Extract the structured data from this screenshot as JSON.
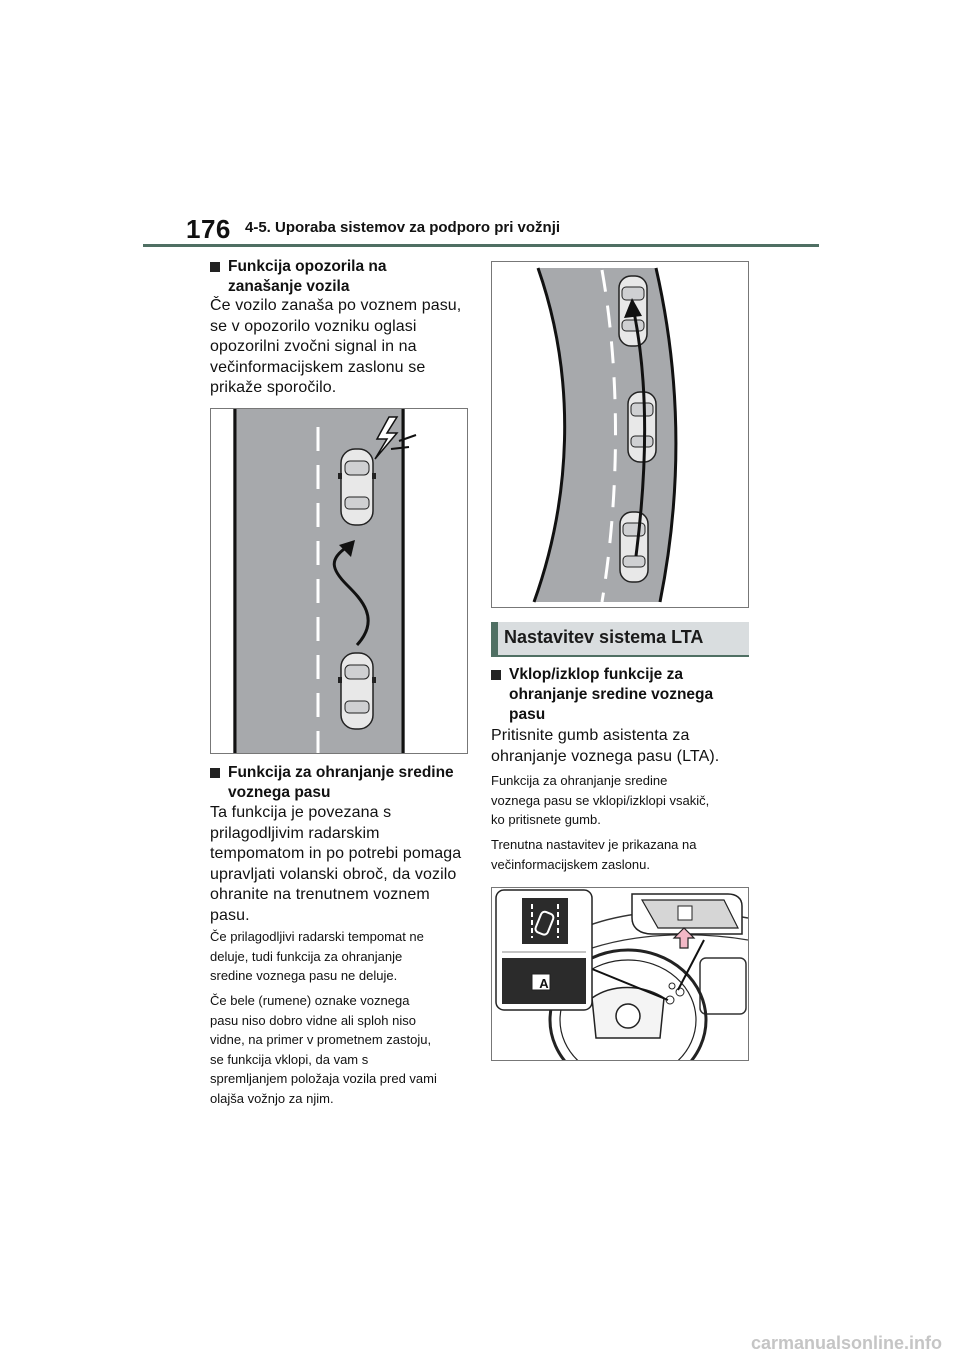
{
  "header": {
    "page_number": "176",
    "section_title": "4-5. Uporaba sistemov za podporo pri vožnji"
  },
  "left_column": {
    "warning_heading_line1": "Funkcija opozorila na",
    "warning_heading_line2": "zanašanje vozila",
    "warning_body": [
      "Če vozilo zanaša po voznem pasu,",
      "se v opozorilo vozniku oglasi",
      "opozorilni zvočni signal in na",
      "večinformacijskem zaslonu se",
      "prikaže sporočilo."
    ],
    "centering_heading_line1": "Funkcija za ohranjanje sredine",
    "centering_heading_line2": "voznega pasu",
    "centering_body": [
      "Ta funkcija je povezana s",
      "prilagodljivim radarskim",
      "tempomatom in po potrebi pomaga",
      "upravljati volanski obroč, da vozilo",
      "ohranite na trenutnem voznem",
      "pasu."
    ],
    "note1": [
      "Če prilagodljivi radarski tempomat ne",
      "deluje, tudi funkcija za ohranjanje",
      "sredine voznega pasu ne deluje."
    ],
    "note2": [
      "Če bele (rumene) oznake voznega",
      "pasu niso dobro vidne ali sploh niso",
      "vidne, na primer v prometnem zastoju,",
      "se funkcija vklopi, da vam s",
      "spremljanjem položaja vozila pred vami",
      "olajša vožnjo za njim."
    ]
  },
  "right_column": {
    "lta_section_title": "Nastavitev sistema LTA",
    "toggle_heading_line1": "Vklop/izklop funkcije za",
    "toggle_heading_line2": "ohranjanje sredine voznega",
    "toggle_heading_line3": "pasu",
    "toggle_body": [
      "Pritisnite gumb asistenta za",
      "ohranjanje voznega pasu (LTA)."
    ],
    "toggle_note1": [
      "Funkcija za ohranjanje sredine",
      "voznega pasu se vklopi/izklopi vsakič,",
      "ko pritisnete gumb."
    ],
    "toggle_note2": [
      "Trenutna nastavitev je prikazana na",
      "večinformacijskem zaslonu."
    ],
    "callout_label": "A"
  },
  "watermark": "carmanualsonline.info",
  "colors": {
    "accent": "#4f6f63",
    "road": "#a7a9ac",
    "section_bg": "#d9dddf"
  }
}
